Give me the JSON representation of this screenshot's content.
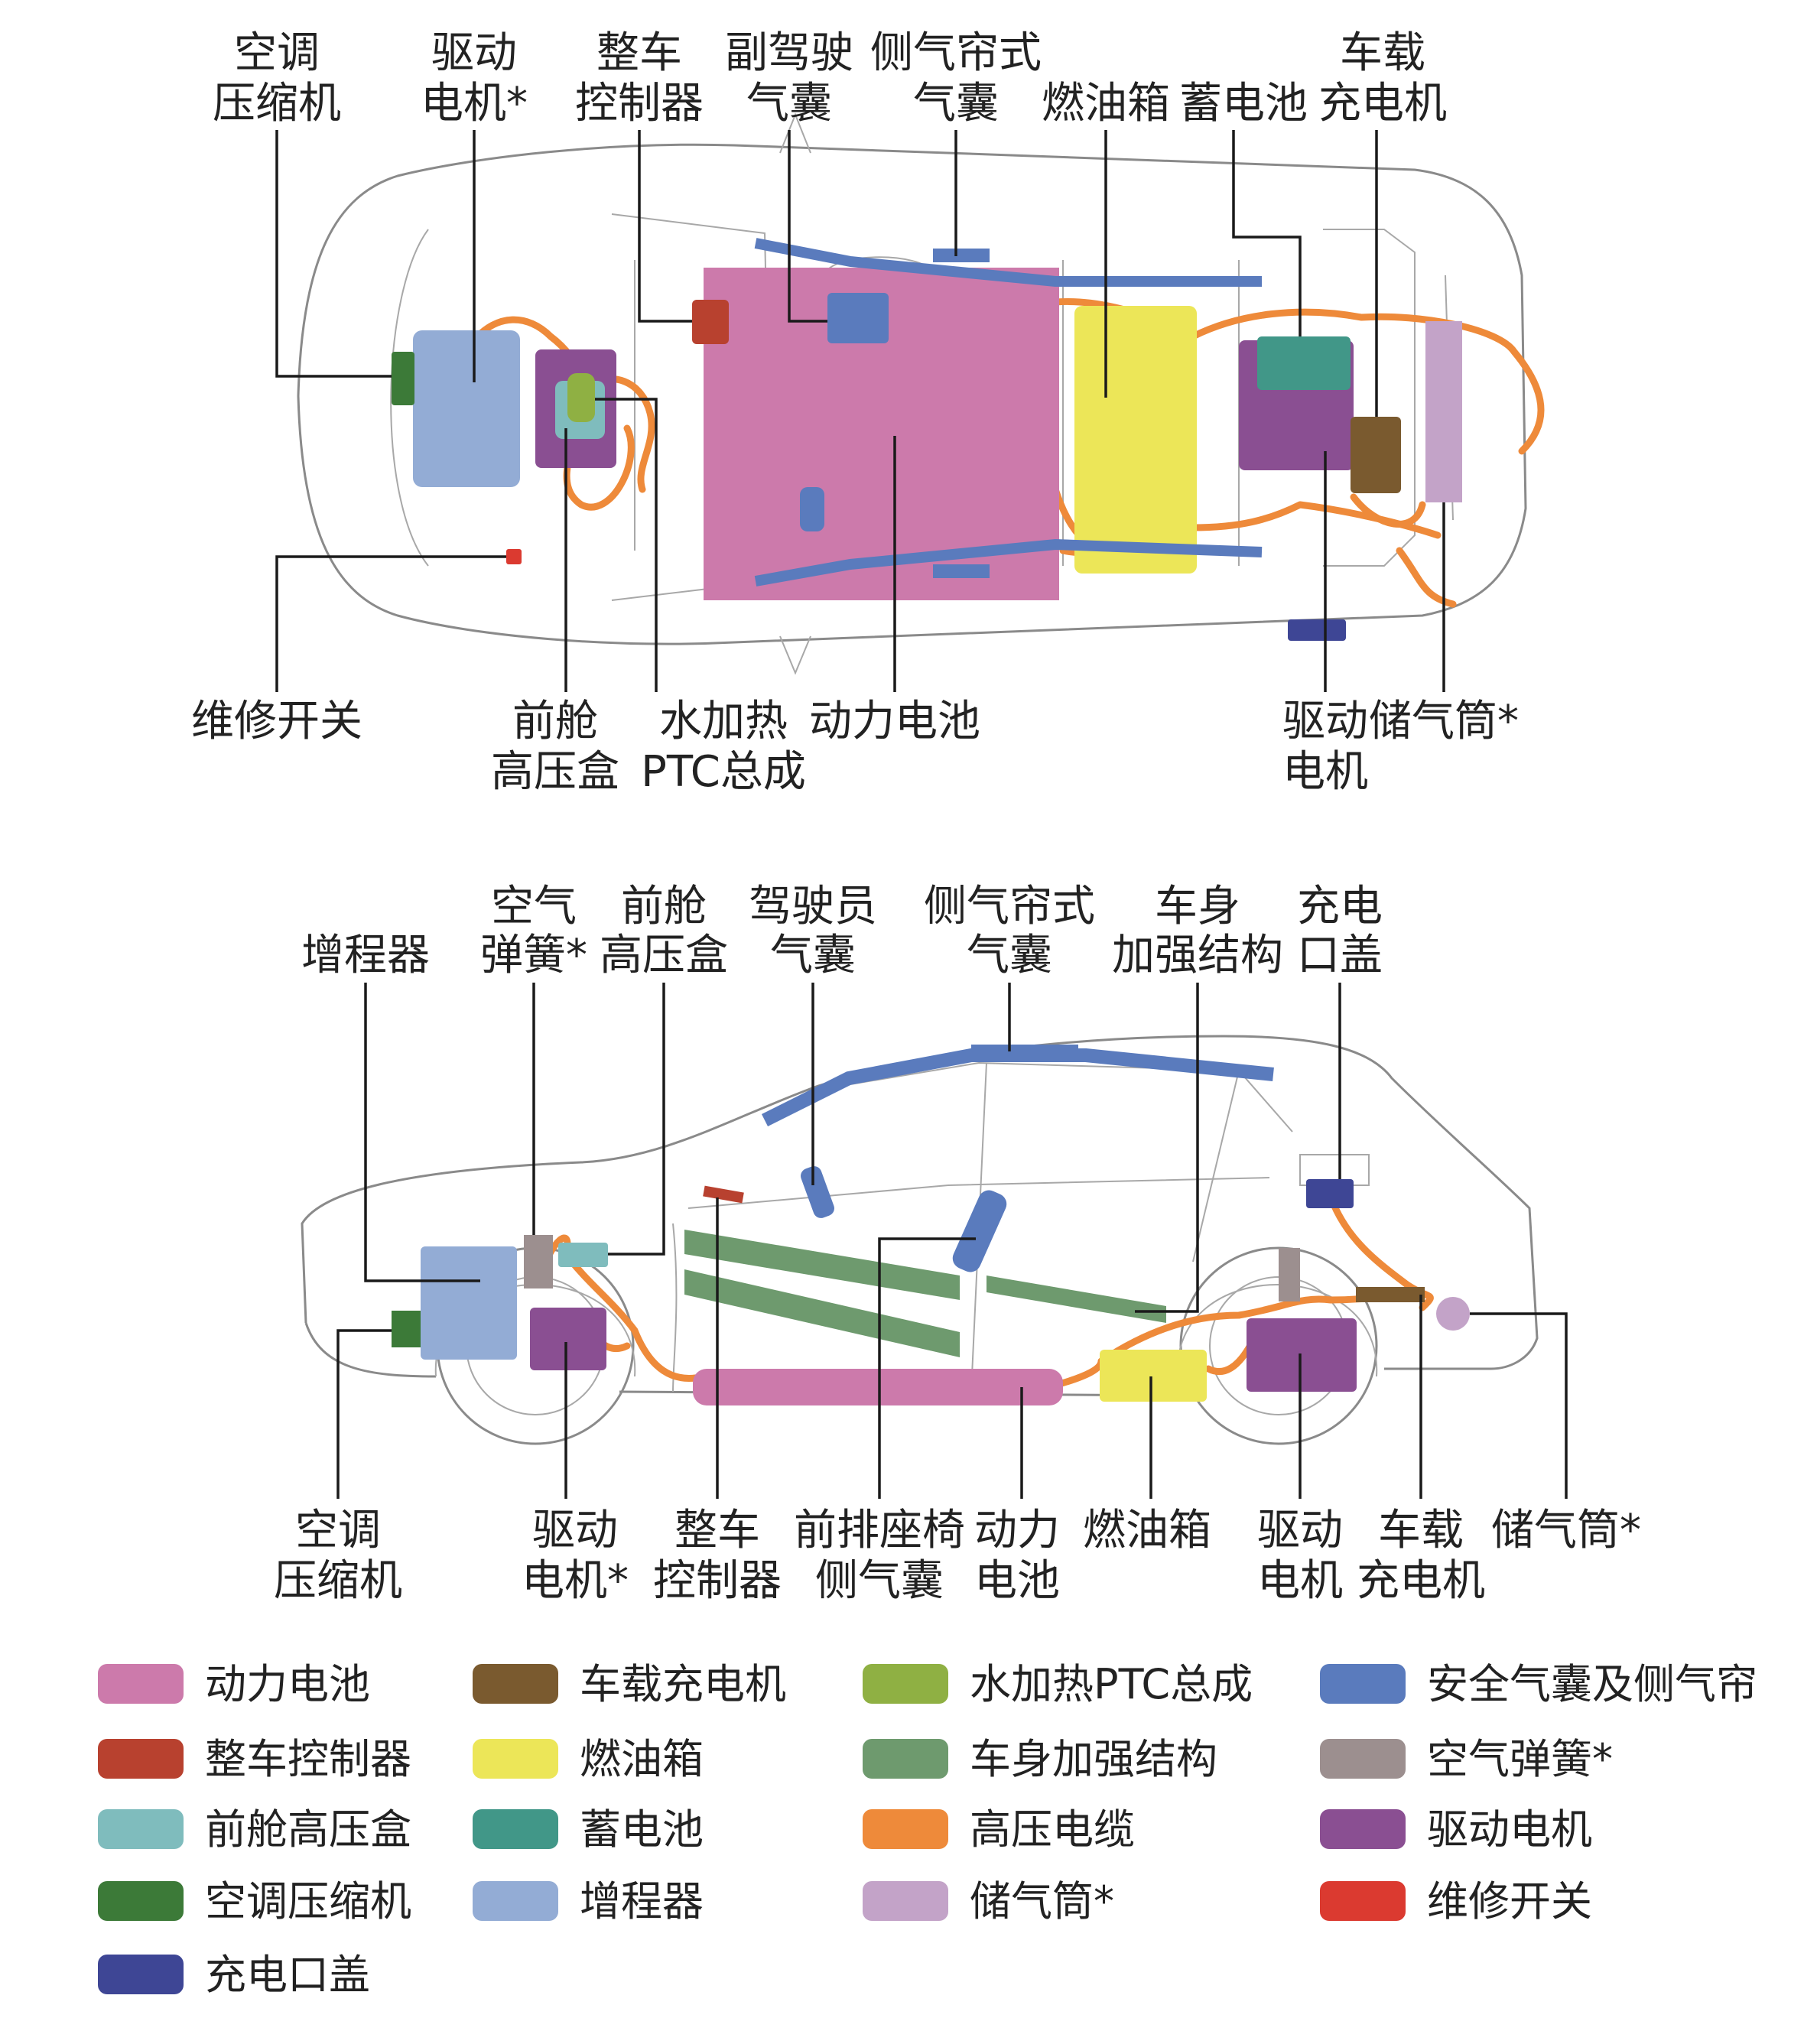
{
  "colors": {
    "power_battery": "#cc7aab",
    "vcu": "#b8412f",
    "front_hv_box": "#7fbcbd",
    "drive_motor": "#8a4f92",
    "air_tank": "#c3a3c8",
    "onboard_charger": "#7a5a2f",
    "fuel_tank": "#ece658",
    "aux_battery": "#419788",
    "ac_compressor": "#3c7a38",
    "service_switch": "#db3a30",
    "ptc": "#8fb043",
    "body_reinforcement": "#6e9a6e",
    "hv_cable": "#ee8a3a",
    "range_extender": "#93acd5",
    "charge_port": "#3e4695",
    "airbag": "#5a7bbd",
    "air_spring": "#9c8f8f"
  },
  "top_view": {
    "labels": [
      {
        "id": "t-ac",
        "lines": [
          "空调",
          "压缩机"
        ]
      },
      {
        "id": "t-motor-f",
        "lines": [
          "驱动",
          "电机*"
        ]
      },
      {
        "id": "t-vcu",
        "lines": [
          "整车",
          "控制器"
        ]
      },
      {
        "id": "t-pass-airbag",
        "lines": [
          "副驾驶",
          "气囊"
        ]
      },
      {
        "id": "t-curtain",
        "lines": [
          "侧气帘式",
          "气囊"
        ]
      },
      {
        "id": "t-fuel",
        "lines": [
          "燃油箱"
        ]
      },
      {
        "id": "t-aux-batt",
        "lines": [
          "蓄电池"
        ]
      },
      {
        "id": "t-obc",
        "lines": [
          "车载",
          "充电机"
        ]
      },
      {
        "id": "t-switch",
        "lines": [
          "维修开关"
        ]
      },
      {
        "id": "t-hvbox",
        "lines": [
          "前舱",
          "高压盒"
        ]
      },
      {
        "id": "t-ptc",
        "lines": [
          "水加热",
          "PTC总成"
        ]
      },
      {
        "id": "t-batt",
        "lines": [
          "动力电池"
        ]
      },
      {
        "id": "t-motor-r",
        "lines": [
          "驱动",
          "电机"
        ]
      },
      {
        "id": "t-tank",
        "lines": [
          "储气筒*"
        ]
      }
    ]
  },
  "side_view": {
    "labels": [
      {
        "id": "s-rex",
        "lines": [
          "增程器"
        ]
      },
      {
        "id": "s-spring",
        "lines": [
          "空气",
          "弹簧*"
        ]
      },
      {
        "id": "s-hvbox",
        "lines": [
          "前舱",
          "高压盒"
        ]
      },
      {
        "id": "s-driver-airbag",
        "lines": [
          "驾驶员",
          "气囊"
        ]
      },
      {
        "id": "s-curtain",
        "lines": [
          "侧气帘式",
          "气囊"
        ]
      },
      {
        "id": "s-reinf",
        "lines": [
          "车身",
          "加强结构"
        ]
      },
      {
        "id": "s-port",
        "lines": [
          "充电",
          "口盖"
        ]
      },
      {
        "id": "s-ac",
        "lines": [
          "空调",
          "压缩机"
        ]
      },
      {
        "id": "s-motor-f",
        "lines": [
          "驱动",
          "电机*"
        ]
      },
      {
        "id": "s-vcu",
        "lines": [
          "整车",
          "控制器"
        ]
      },
      {
        "id": "s-seat-airbag",
        "lines": [
          "前排座椅",
          "侧气囊"
        ]
      },
      {
        "id": "s-batt",
        "lines": [
          "动力",
          "电池"
        ]
      },
      {
        "id": "s-fuel",
        "lines": [
          "燃油箱"
        ]
      },
      {
        "id": "s-motor-r",
        "lines": [
          "驱动",
          "电机"
        ]
      },
      {
        "id": "s-obc",
        "lines": [
          "车载",
          "充电机"
        ]
      },
      {
        "id": "s-tank",
        "lines": [
          "储气筒*"
        ]
      }
    ]
  },
  "legend": [
    {
      "label": "动力电池",
      "color_key": "power_battery"
    },
    {
      "label": "车载充电机",
      "color_key": "onboard_charger"
    },
    {
      "label": "水加热PTC总成",
      "color_key": "ptc"
    },
    {
      "label": "安全气囊及侧气帘",
      "color_key": "airbag"
    },
    {
      "label": "整车控制器",
      "color_key": "vcu"
    },
    {
      "label": "燃油箱",
      "color_key": "fuel_tank"
    },
    {
      "label": "车身加强结构",
      "color_key": "body_reinforcement"
    },
    {
      "label": "空气弹簧*",
      "color_key": "air_spring"
    },
    {
      "label": "前舱高压盒",
      "color_key": "front_hv_box"
    },
    {
      "label": "蓄电池",
      "color_key": "aux_battery"
    },
    {
      "label": "高压电缆",
      "color_key": "hv_cable"
    },
    {
      "label": "驱动电机",
      "color_key": "drive_motor"
    },
    {
      "label": "空调压缩机",
      "color_key": "ac_compressor"
    },
    {
      "label": "增程器",
      "color_key": "range_extender"
    },
    {
      "label": "储气筒*",
      "color_key": "air_tank"
    },
    {
      "label": "维修开关",
      "color_key": "service_switch"
    },
    {
      "label": "充电口盖",
      "color_key": "charge_port"
    }
  ]
}
